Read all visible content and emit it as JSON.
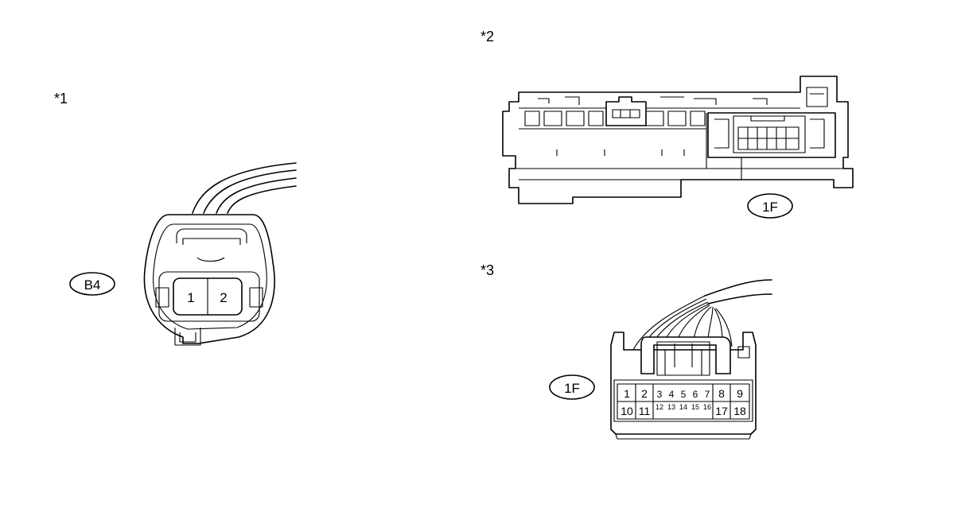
{
  "views": [
    {
      "mark": "*1",
      "connector_code": "B4",
      "pins": [
        "1",
        "2"
      ]
    },
    {
      "mark": "*2",
      "connector_code": "1F"
    },
    {
      "mark": "*3",
      "connector_code": "1F",
      "pins_top": [
        "1",
        "2",
        "3",
        "4",
        "5",
        "6",
        "7",
        "8",
        "9"
      ],
      "pins_bottom": [
        "10",
        "11",
        "12",
        "13",
        "14",
        "15",
        "16",
        "17",
        "18"
      ]
    }
  ]
}
